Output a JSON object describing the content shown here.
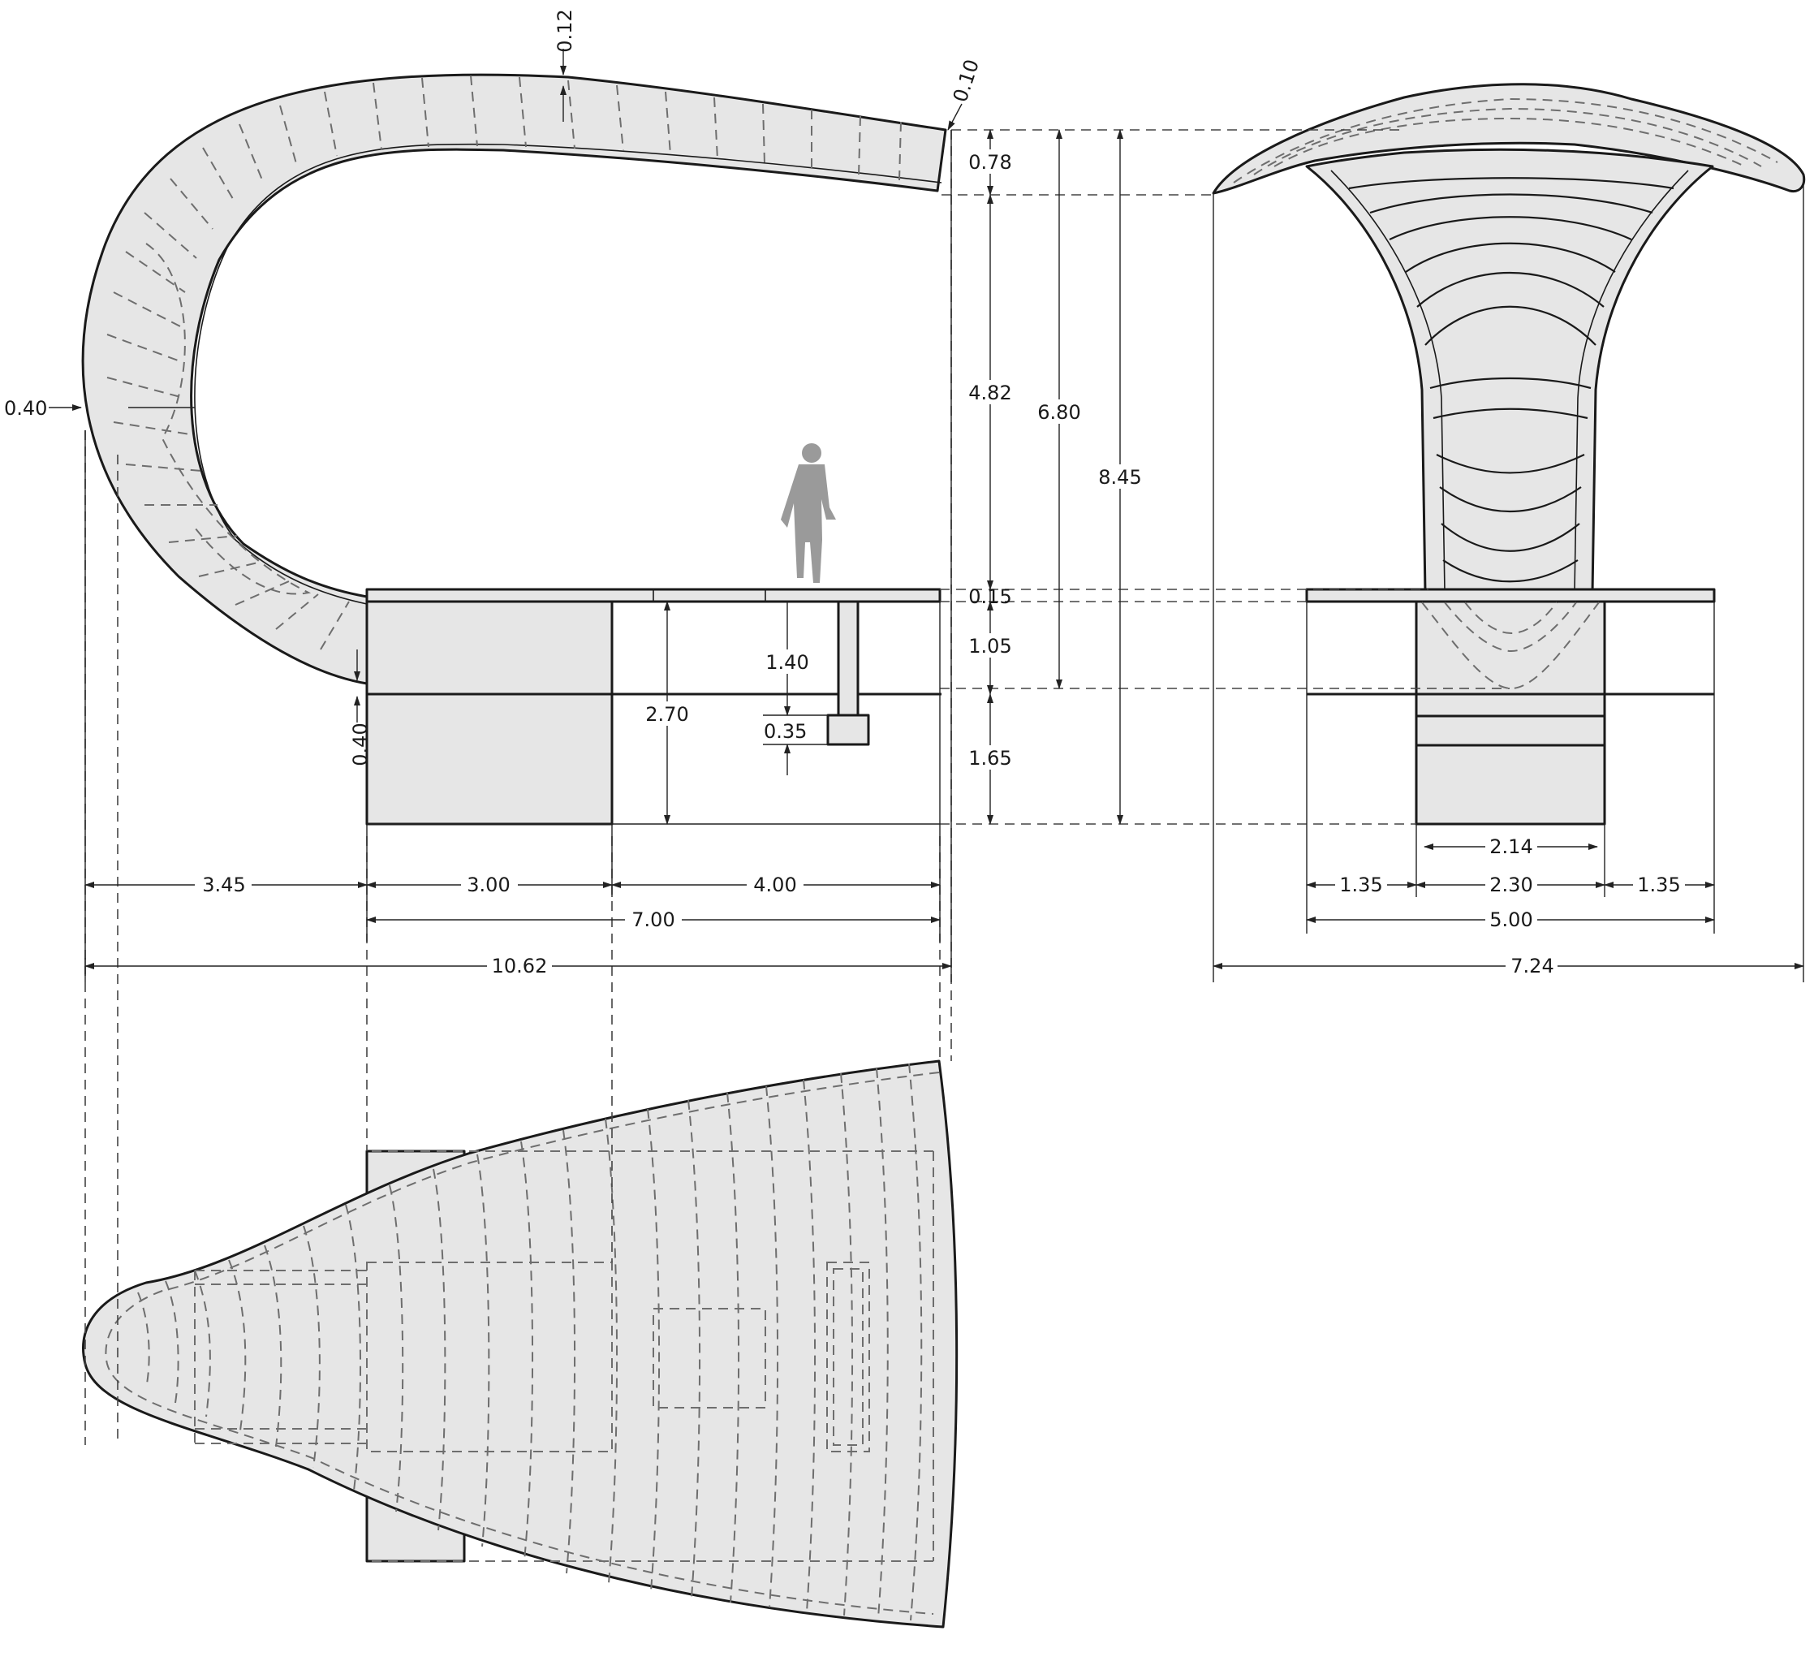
{
  "colors": {
    "line": "#1a1a1a",
    "fill": "#e6e6e6",
    "hidden_line": "#6e6e6e",
    "paper": "#ffffff"
  },
  "icons": {
    "person": "human-silhouette-icon"
  },
  "dimensions": {
    "top_thickness": "0.12",
    "tip_thickness": "0.10",
    "side_thickness": "0.40",
    "canopy_height": "0.78",
    "clear_height": "4.82",
    "canopy_level": "6.80",
    "total_height": "8.45",
    "deck_thickness": "0.15",
    "deck_to_ground": "1.05",
    "ground_depth": "1.65",
    "plinth_height": "2.70",
    "post_height": "1.40",
    "post_base": "0.35",
    "lower_thickness": "0.40",
    "left_reach": "3.45",
    "plinth_width": "3.00",
    "cantilever": "4.00",
    "deck_length": "7.00",
    "overall_length": "10.62",
    "core_inner": "2.14",
    "side_left": "1.35",
    "core_width": "2.30",
    "side_right": "1.35",
    "deck_width": "5.00",
    "overall_width": "7.24"
  }
}
